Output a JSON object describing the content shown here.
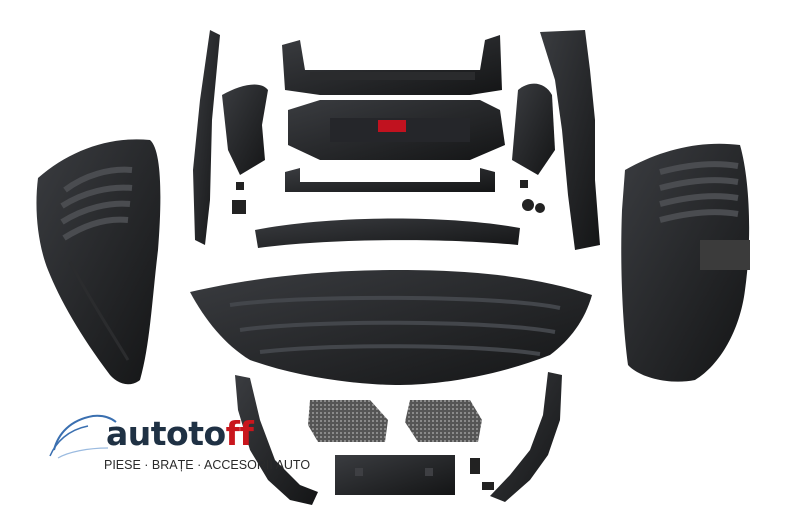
{
  "brand": {
    "name_prefix": "autoto",
    "name_highlight": "ff",
    "tagline": "PIESE · BRAȚE · ACCESORII AUTO"
  },
  "parts": [
    "left-wheel-arch-liner",
    "right-wheel-arch-liner",
    "upper-radiator-support",
    "bumper-carrier-with-badge",
    "lower-crossmember",
    "bumper-reinforcement-strip",
    "engine-undertray",
    "left-headlight-bracket",
    "right-headlight-bracket",
    "left-side-rail-bracket",
    "right-side-rail-bracket",
    "left-lower-mounting-arm",
    "right-lower-mounting-arm",
    "left-grille-mesh",
    "right-grille-mesh",
    "license-plate-holder",
    "small-clips-and-brackets"
  ],
  "colors": {
    "plastic": "#1c1d1f",
    "plastic_highlight": "#3a3c40",
    "mesh": "#6e6e6e",
    "badge": "#c1121f"
  }
}
